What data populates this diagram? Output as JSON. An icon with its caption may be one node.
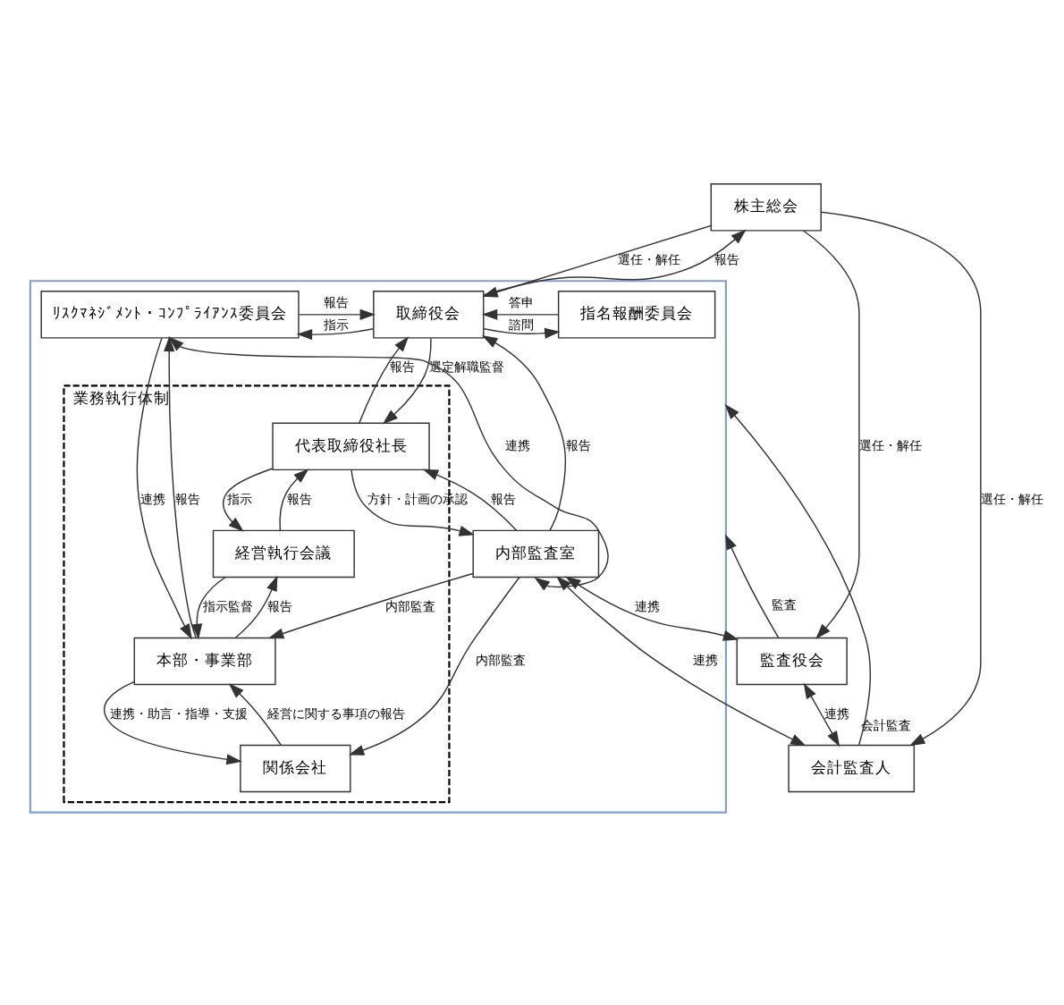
{
  "diagram": {
    "nodes": [
      {
        "text": [
          "株主総会"
        ]
      },
      {
        "text": [],
        "shape": "box"
      },
      {
        "text": [
          "指名報酬委員会"
        ],
        "in": 1
      },
      {
        "text": [
          "取締役会"
        ],
        "in": 1
      },
      {
        "text": [
          "ﾘｽｸﾏﾈｼﾞﾒﾝﾄ・ｺﾝﾌﾟﾗｲｱﾝｽ委員会"
        ],
        "in": 1
      },
      {
        "text": [
          "業務執行体制"
        ],
        "in": 1
      },
      {
        "text": [
          "代表取締役社長"
        ],
        "in": 5
      },
      {
        "text": [
          "経営執行会議"
        ],
        "in": 5
      },
      {
        "text": [
          "本部・事業部"
        ],
        "in": 5
      },
      {
        "text": [
          "関係会社"
        ],
        "in": 5
      },
      {
        "text": [
          "内部監査室"
        ],
        "in": 1
      },
      {
        "text": [
          "監査役会"
        ]
      },
      {
        "text": [
          "会計監査人"
        ]
      }
    ],
    "edges": [
      {
        "from": 0,
        "to": 3,
        "arrow": "to",
        "label": "選任・解任"
      },
      {
        "from": 3,
        "to": 0,
        "arrow": "to",
        "label": "報告"
      },
      {
        "from": 0,
        "to": 11,
        "arrow": "to",
        "label": "選任・解任"
      },
      {
        "from": 0,
        "to": 12,
        "arrow": "to",
        "label": "選任・解任"
      },
      {
        "from": 2,
        "to": 3,
        "arrow": "to",
        "label": "答申"
      },
      {
        "from": 3,
        "to": 2,
        "arrow": "to",
        "label": "諮問"
      },
      {
        "from": 4,
        "to": 3,
        "arrow": "to",
        "label": "報告"
      },
      {
        "from": 3,
        "to": 4,
        "arrow": "to",
        "label": "指示"
      },
      {
        "from": 10,
        "to": 3,
        "arrow": "to",
        "label": "報告"
      },
      {
        "from": 11,
        "to": 1,
        "arrow": "to",
        "label": "監査"
      },
      {
        "from": 3,
        "to": 6,
        "arrow": "to",
        "label": "選定解職監督"
      },
      {
        "from": 6,
        "to": 3,
        "arrow": "to",
        "label": "報告"
      },
      {
        "from": 6,
        "to": 10,
        "arrow": "to",
        "label": "方針・計画の承認"
      },
      {
        "from": 10,
        "to": 6,
        "arrow": "to",
        "label": "報告"
      },
      {
        "from": 6,
        "to": 7,
        "arrow": "to",
        "label": "指示"
      },
      {
        "from": 7,
        "to": 6,
        "arrow": "to",
        "label": "報告"
      },
      {
        "from": 7,
        "to": 8,
        "arrow": "to",
        "label": "指示監督"
      },
      {
        "from": 8,
        "to": 7,
        "arrow": "to",
        "label": "報告"
      },
      {
        "from": 8,
        "to": 4,
        "arrow": "to",
        "label": "報告"
      },
      {
        "from": 4,
        "to": 8,
        "arrow": "to",
        "label": "連携"
      },
      {
        "from": 4,
        "to": 10,
        "arrow": "both",
        "label": "連携"
      },
      {
        "from": 8,
        "to": 9,
        "arrow": "to",
        "label": "連携・助言・指導・支援"
      },
      {
        "from": 9,
        "to": 8,
        "arrow": "to",
        "label": "経営に関する事項の報告"
      },
      {
        "from": 10,
        "to": 8,
        "arrow": "to",
        "label": "内部監査"
      },
      {
        "from": 10,
        "to": 9,
        "arrow": "to",
        "label": "内部監査"
      },
      {
        "from": 10,
        "to": 11,
        "arrow": "both",
        "label": "連携"
      },
      {
        "from": 11,
        "to": 12,
        "arrow": "both",
        "label": "連携"
      },
      {
        "from": 10,
        "to": 12,
        "arrow": "both",
        "label": "連携"
      },
      {
        "from": 12,
        "to": 1,
        "arrow": "to",
        "label": "会計監査"
      }
    ]
  }
}
